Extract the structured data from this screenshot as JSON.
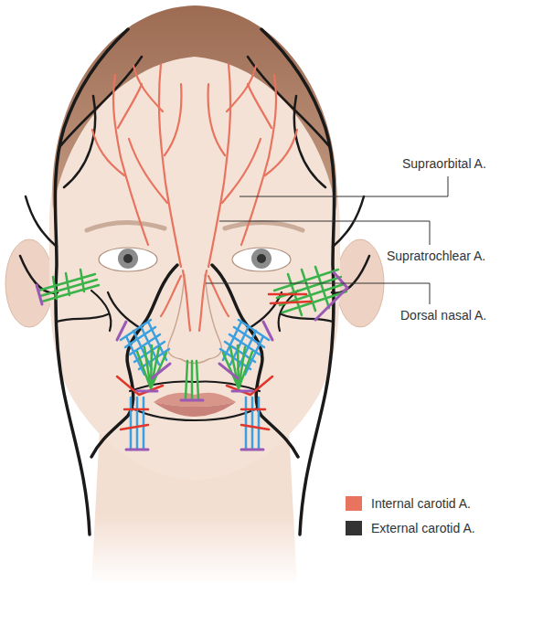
{
  "diagram": {
    "labels": [
      "Supraorbital A.",
      "Supratrochlear A.",
      "Dorsal nasal A."
    ],
    "legend": [
      {
        "text": "Internal carotid A.",
        "color": "#e8735f"
      },
      {
        "text": "External carotid A.",
        "color": "#333333"
      }
    ]
  }
}
